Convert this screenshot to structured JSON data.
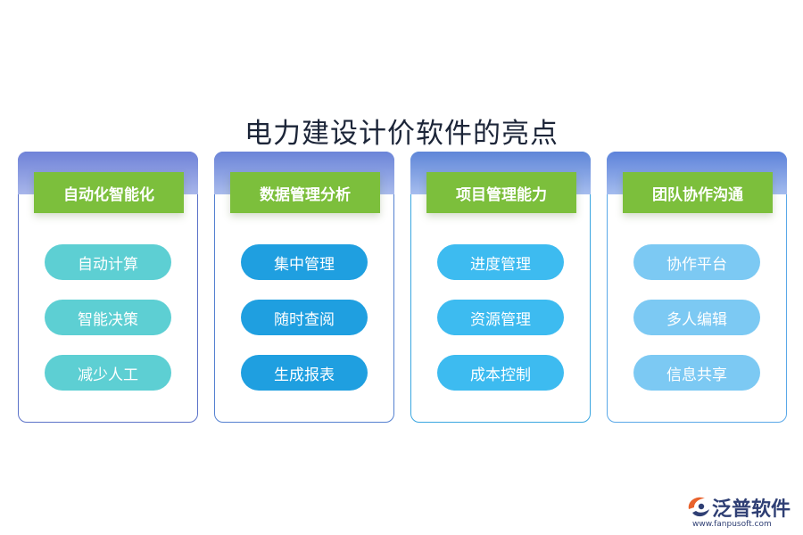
{
  "title": "电力建设计价软件的亮点",
  "cards": [
    {
      "header": "自动化智能化",
      "items": [
        "自动计算",
        "智能决策",
        "减少人工"
      ]
    },
    {
      "header": "数据管理分析",
      "items": [
        "集中管理",
        "随时查阅",
        "生成报表"
      ]
    },
    {
      "header": "项目管理能力",
      "items": [
        "进度管理",
        "资源管理",
        "成本控制"
      ]
    },
    {
      "header": "团队协作沟通",
      "items": [
        "协作平台",
        "多人编辑",
        "信息共享"
      ]
    }
  ],
  "logo": {
    "name": "泛普软件",
    "url": "www.fanpusoft.com"
  },
  "colors": {
    "header_green": "#7cbf3c",
    "pill_teal": "#5dcfd3",
    "pill_blue": "#1f9fe0",
    "pill_sky": "#3dbbf0",
    "pill_light": "#7cc9f3"
  }
}
